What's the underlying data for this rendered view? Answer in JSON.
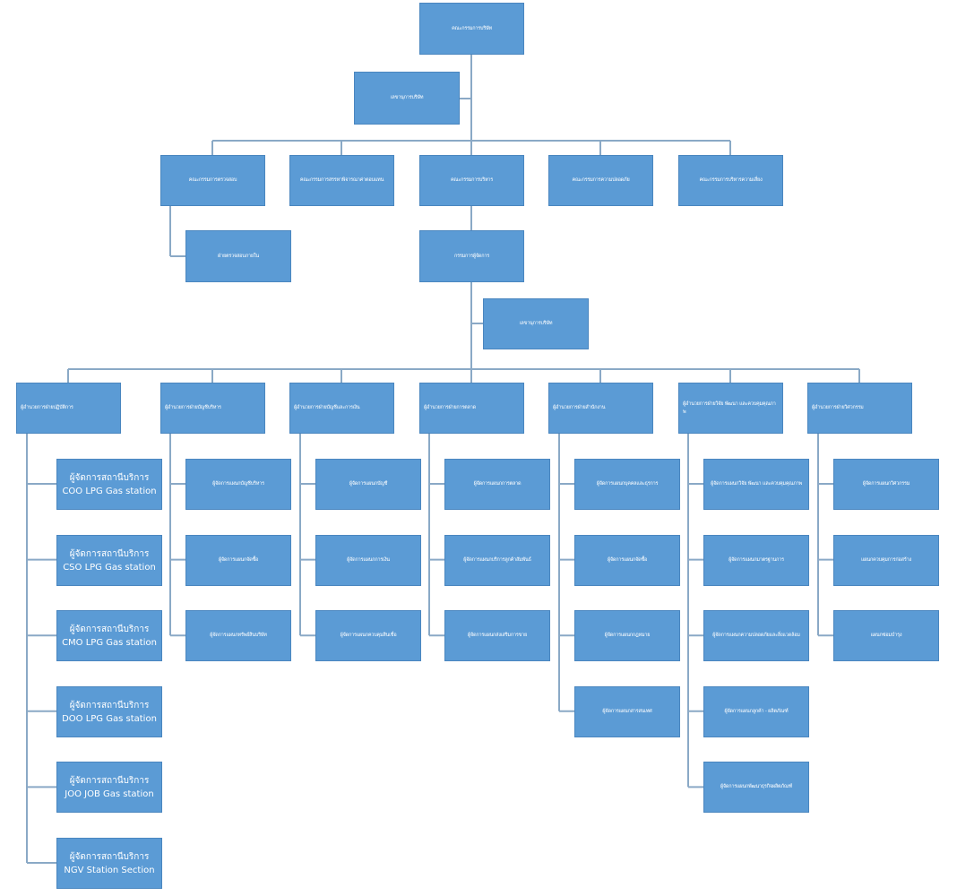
{
  "chart": {
    "board": "คณะกรรมการบริษัท",
    "board_secretary": "เลขานุการบริษัท",
    "committees": [
      "คณะกรรมการตรวจสอบ",
      "คณะกรรมการสรรหาพิจารณาค่าตอบแทน",
      "คณะกรรมการบริหาร",
      "คณะกรรมการความปลอดภัย",
      "คณะกรรมการบริหารความเสี่ยง"
    ],
    "internal_audit": "ฝ่ายตรวจสอบภายใน",
    "md": "กรรมการผู้จัดการ",
    "company_secretary": "เลขานุการบริษัท",
    "divisions": [
      {
        "title": "ผู้อำนวยการฝ่ายปฏิบัติการ",
        "units": [
          "ผู้จัดการสถานีบริการ COO LPG Gas station",
          "ผู้จัดการสถานีบริการ CSO LPG Gas station",
          "ผู้จัดการสถานีบริการ CMO LPG Gas station",
          "ผู้จัดการสถานีบริการ DOO LPG Gas station",
          "ผู้จัดการสถานีบริการ JOO JOB Gas station",
          "ผู้จัดการสถานีบริการ NGV Station Section"
        ]
      },
      {
        "title": "ผู้อำนวยการฝ่ายบัญชีบริหาร",
        "units": [
          "ผู้จัดการแผนกบัญชีบริหาร",
          "ผู้จัดการแผนกจัดซื้อ",
          "ผู้จัดการแผนกทรัพย์สินบริษัท"
        ]
      },
      {
        "title": "ผู้อำนวยการฝ่ายบัญชีและการเงิน",
        "units": [
          "ผู้จัดการแผนกบัญชี",
          "ผู้จัดการแผนกการเงิน",
          "ผู้จัดการแผนกควบคุมสินเชื่อ"
        ]
      },
      {
        "title": "ผู้อำนวยการฝ่ายการตลาด",
        "units": [
          "ผู้จัดการแผนกการตลาด",
          "ผู้จัดการแผนกบริการลูกค้าสัมพันธ์",
          "ผู้จัดการแผนกส่งเสริมการขาย"
        ]
      },
      {
        "title": "ผู้อำนวยการฝ่ายสำนักงาน",
        "units": [
          "ผู้จัดการแผนกบุคคลและธุรการ",
          "ผู้จัดการแผนกจัดซื้อ",
          "ผู้จัดการแผนกกฎหมาย",
          "ผู้จัดการแผนกสารสนเทศ"
        ]
      },
      {
        "title": "ผู้อำนวยการฝ่ายวิจัย พัฒนา และควบคุมคุณภาพ",
        "units": [
          "ผู้จัดการแผนกวิจัย พัฒนา และควบคุมคุณภาพ",
          "ผู้จัดการแผนกมาตรฐานการ",
          "ผู้จัดการแผนกความปลอดภัยและสิ่งแวดล้อม",
          "ผู้จัดการแผนกลูกค้า - ผลิตภัณฑ์",
          "ผู้จัดการแผนกพัฒนาธุรกิจผลิตภัณฑ์"
        ]
      },
      {
        "title": "ผู้อำนวยการฝ่ายวิศวกรรม",
        "units": [
          "ผู้จัดการแผนกวิศวกรรม",
          "แผนกควบคุมการก่อสร้าง",
          "แผนกซ่อมบำรุง"
        ]
      }
    ]
  }
}
